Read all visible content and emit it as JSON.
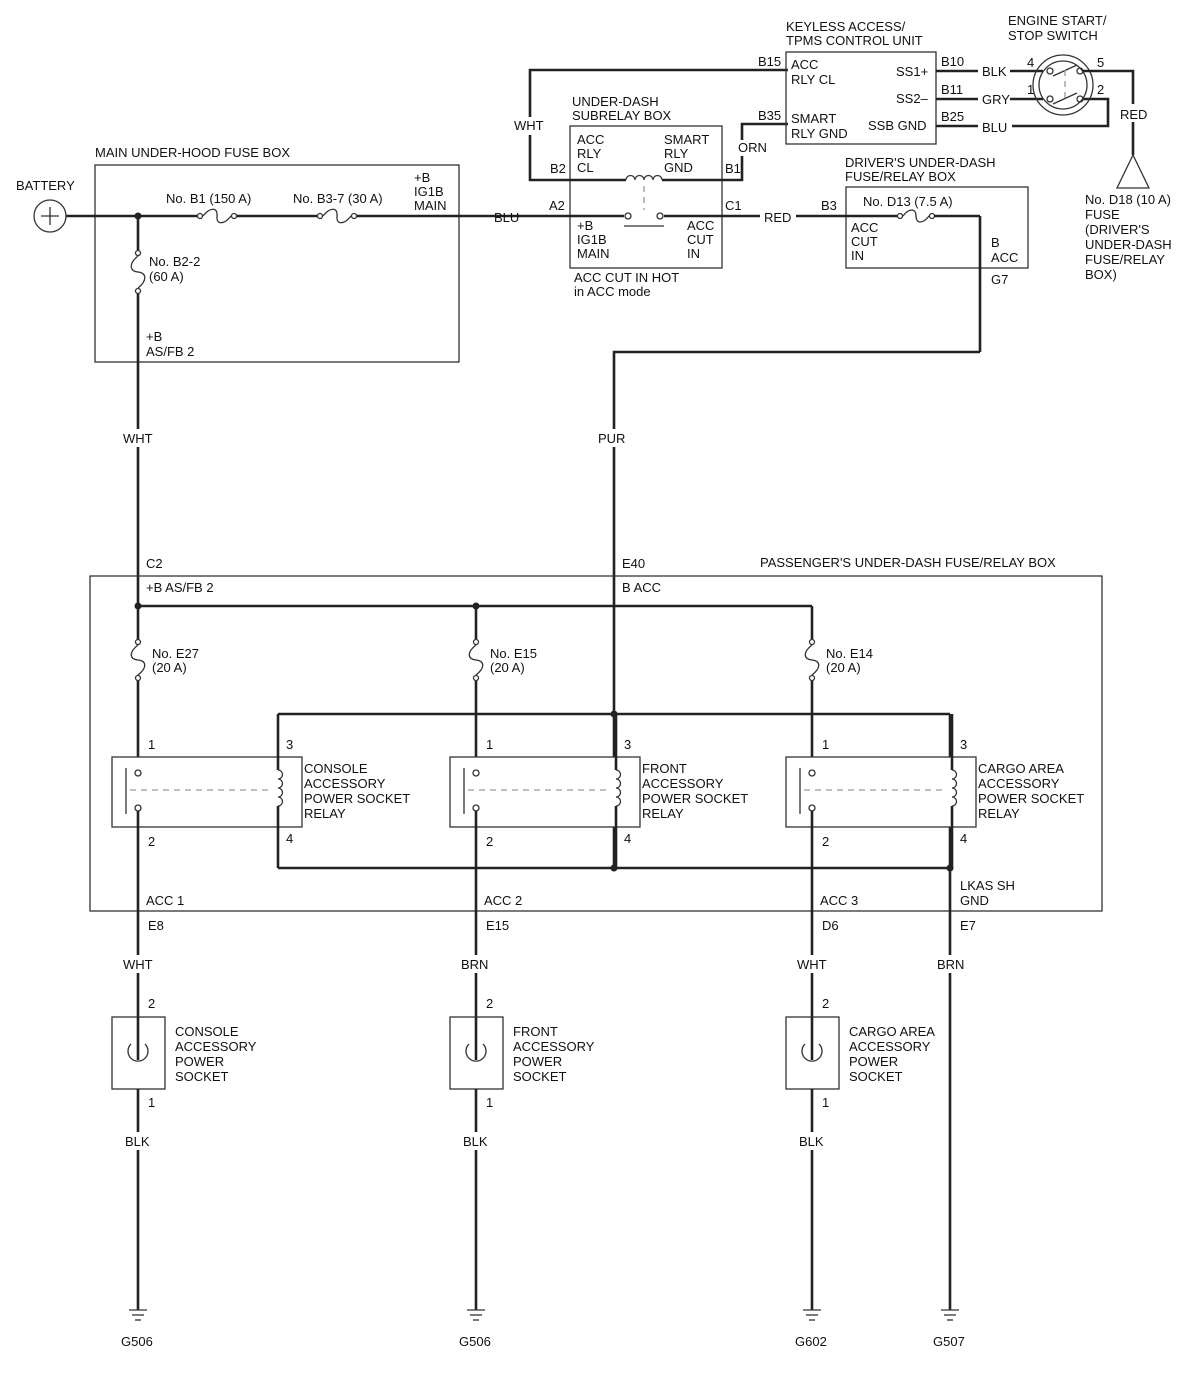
{
  "battery": {
    "label": "BATTERY"
  },
  "main_fuse_box": {
    "title": "MAIN UNDER-HOOD FUSE BOX",
    "fuse_b1": "No. B1 (150 A)",
    "fuse_b3_7": "No. B3-7 (30 A)",
    "fuse_b2_2_line1": "No. B2-2",
    "fuse_b2_2_line2": "(60 A)",
    "out_ig1b": [
      "+B",
      "IG1B",
      "MAIN"
    ],
    "out_asfb2": [
      "+B",
      "AS/FB 2"
    ]
  },
  "subrelay_box": {
    "title": [
      "UNDER-DASH",
      "SUBRELAY BOX"
    ],
    "acc_rly_cl": [
      "ACC",
      "RLY",
      "CL"
    ],
    "smart_rly_gnd": [
      "SMART",
      "RLY",
      "GND"
    ],
    "ig1b_main": [
      "+B",
      "IG1B",
      "MAIN"
    ],
    "acc_cut_in": [
      "ACC",
      "CUT",
      "IN"
    ],
    "note": [
      "ACC CUT IN HOT",
      "in ACC mode"
    ],
    "pins": {
      "b2": "B2",
      "b1": "B1",
      "a2": "A2",
      "c1": "C1"
    }
  },
  "keyless_unit": {
    "title": [
      "KEYLESS ACCESS/",
      "TPMS CONTROL UNIT"
    ],
    "acc_rly_cl": [
      "ACC",
      "RLY CL"
    ],
    "smart_rly_gnd": [
      "SMART",
      "RLY GND"
    ],
    "ss1": "SS1+",
    "ss2": "SS2–",
    "ssb_gnd": "SSB GND",
    "pins": {
      "b15": "B15",
      "b35": "B35",
      "b10": "B10",
      "b11": "B11",
      "b25": "B25"
    }
  },
  "start_switch": {
    "title": [
      "ENGINE START/",
      "STOP SWITCH"
    ],
    "pins": {
      "p4": "4",
      "p5": "5",
      "p1": "1",
      "p2": "2"
    }
  },
  "d18_fuse": {
    "label": [
      "No. D18 (10 A)",
      "FUSE",
      "(DRIVER'S",
      "UNDER-DASH",
      "FUSE/RELAY",
      "BOX)"
    ]
  },
  "driver_box": {
    "title": [
      "DRIVER'S UNDER-DASH",
      "FUSE/RELAY BOX"
    ],
    "fuse_d13": "No. D13 (7.5 A)",
    "acc_cut_in": [
      "ACC",
      "CUT",
      "IN"
    ],
    "b_acc": [
      "B",
      "ACC"
    ],
    "pins": {
      "b3": "B3",
      "g7": "G7"
    }
  },
  "wires": {
    "wht": "WHT",
    "blu": "BLU",
    "red": "RED",
    "orn": "ORN",
    "blk": "BLK",
    "gry": "GRY",
    "pur": "PUR",
    "brn": "BRN"
  },
  "passenger_box": {
    "title": "PASSENGER'S UNDER-DASH FUSE/RELAY BOX",
    "c2": "C2",
    "asfb2": "+B AS/FB 2",
    "e40": "E40",
    "b_acc": "B ACC",
    "fuses": [
      {
        "name": "No. E27",
        "rating": "(20 A)"
      },
      {
        "name": "No. E15",
        "rating": "(20 A)"
      },
      {
        "name": "No. E14",
        "rating": "(20 A)"
      }
    ],
    "relays": [
      [
        "CONSOLE",
        "ACCESSORY",
        "POWER SOCKET",
        "RELAY"
      ],
      [
        "FRONT",
        "ACCESSORY",
        "POWER SOCKET",
        "RELAY"
      ],
      [
        "CARGO AREA",
        "ACCESSORY",
        "POWER SOCKET",
        "RELAY"
      ]
    ],
    "relay_pins": {
      "p1": "1",
      "p2": "2",
      "p3": "3",
      "p4": "4"
    },
    "outputs": [
      "ACC 1",
      "ACC 2",
      "ACC 3"
    ],
    "lkas": [
      "LKAS SH",
      "GND"
    ],
    "pins": [
      "E8",
      "E15",
      "D6",
      "E7"
    ]
  },
  "sockets": [
    {
      "lines": [
        "CONSOLE",
        "ACCESSORY",
        "POWER",
        "SOCKET"
      ],
      "wire_top": "WHT",
      "wire_bottom": "BLK",
      "ground": "G506"
    },
    {
      "lines": [
        "FRONT",
        "ACCESSORY",
        "POWER",
        "SOCKET"
      ],
      "wire_top": "BRN",
      "wire_bottom": "BLK",
      "ground": "G506"
    },
    {
      "lines": [
        "CARGO AREA",
        "ACCESSORY",
        "POWER",
        "SOCKET"
      ],
      "wire_top": "WHT",
      "wire_bottom": "BLK",
      "ground": "G602"
    }
  ],
  "socket_pins": {
    "p2": "2",
    "p1": "1"
  },
  "lkas_wire": "BRN",
  "lkas_ground": "G507"
}
